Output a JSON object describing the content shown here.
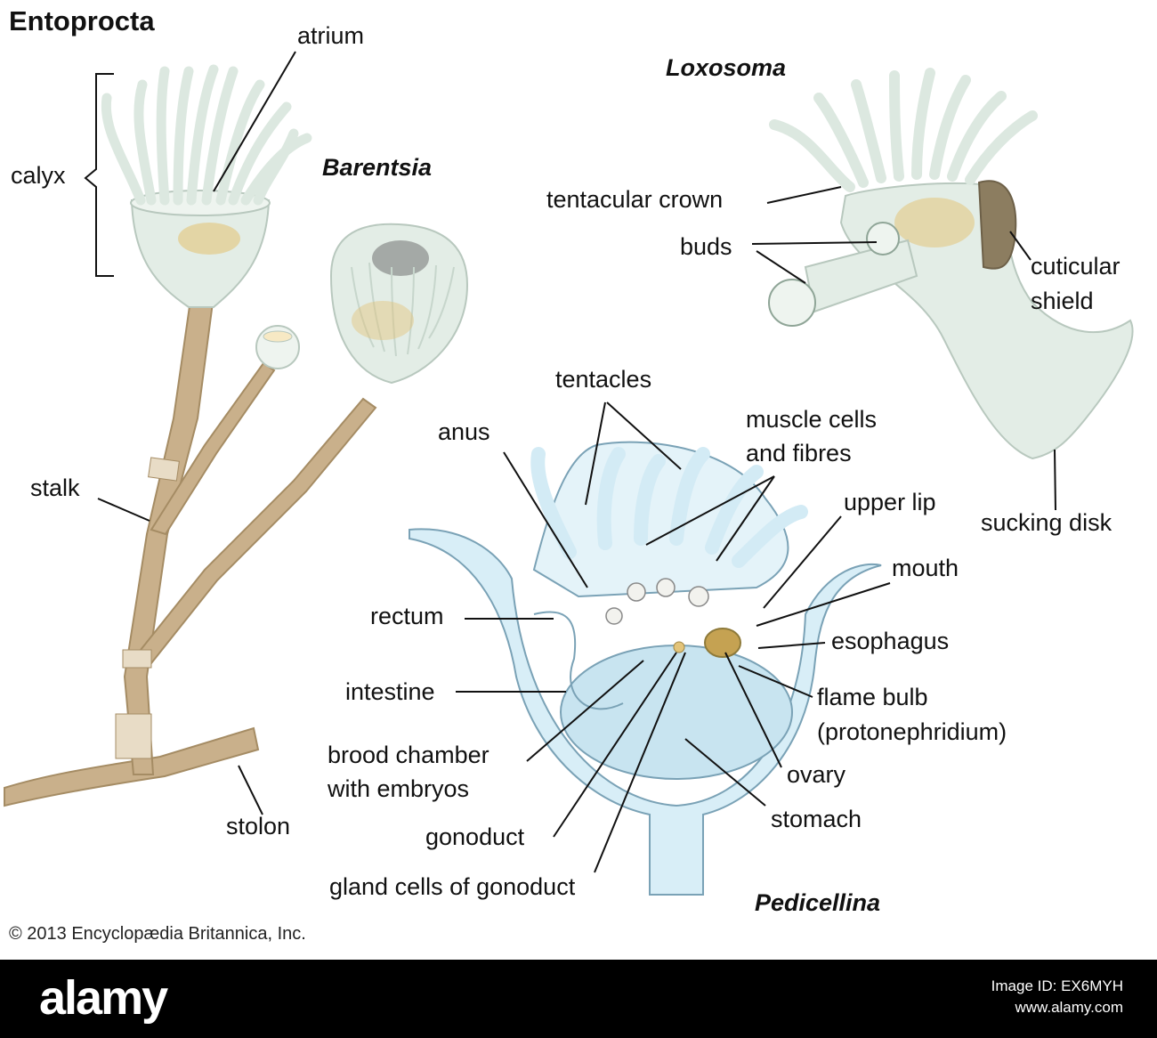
{
  "title": "Entoprocta",
  "species": {
    "barentsia": "Barentsia",
    "loxosoma": "Loxosoma",
    "pedicellina": "Pedicellina"
  },
  "labels": {
    "atrium": "atrium",
    "calyx": "calyx",
    "stalk": "stalk",
    "stolon": "stolon",
    "tentacular_crown": "tentacular crown",
    "buds": "buds",
    "cuticular_shield_1": "cuticular",
    "cuticular_shield_2": "shield",
    "sucking_disk": "sucking disk",
    "tentacles": "tentacles",
    "anus": "anus",
    "muscle_1": "muscle cells",
    "muscle_2": "and fibres",
    "upper_lip": "upper lip",
    "mouth": "mouth",
    "rectum": "rectum",
    "esophagus": "esophagus",
    "intestine": "intestine",
    "flame_bulb_1": "flame bulb",
    "flame_bulb_2": "(protonephridium)",
    "brood_1": "brood chamber",
    "brood_2": "with embryos",
    "ovary": "ovary",
    "stomach": "stomach",
    "gonoduct": "gonoduct",
    "gland_cells": "gland cells of gonoduct"
  },
  "copyright": "© 2013 Encyclopædia Britannica, Inc.",
  "footer": {
    "brand": "alamy",
    "image_id": "Image ID: EX6MYH",
    "site": "www.alamy.com"
  },
  "colors": {
    "stalk": "#c9b08b",
    "body": "#e3ede6",
    "gut": "#d8eef7",
    "yolk": "#e3c47a",
    "ink": "#111111",
    "footer_bg": "#000000"
  }
}
